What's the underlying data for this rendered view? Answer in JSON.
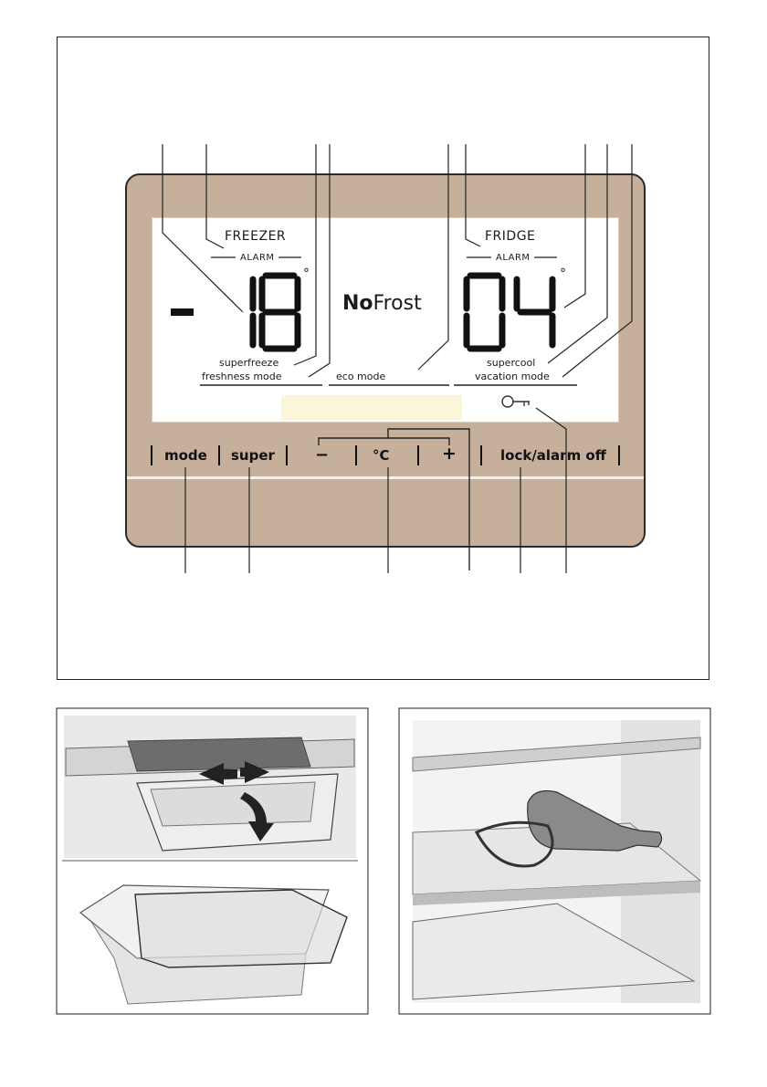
{
  "display": {
    "freezer": {
      "label": "FREEZER",
      "alarm": "ALARM",
      "sign": "-",
      "temperature": "18",
      "degree": "°",
      "modes": [
        "superfreeze",
        "freshness mode"
      ]
    },
    "center": {
      "logo_bold": "No",
      "logo_rest": "Frost",
      "mode": "eco mode"
    },
    "fridge": {
      "label": "FRIDGE",
      "alarm": "ALARM",
      "temperature": "04",
      "degree": "°",
      "modes": [
        "supercool",
        "vacation mode"
      ]
    },
    "lock_icon": "key-icon"
  },
  "buttons": {
    "mode": "mode",
    "super": "super",
    "minus": "−",
    "unit": "°C",
    "plus": "+",
    "lock_alarm_off": "lock/alarm off"
  },
  "colors": {
    "panel": "#c6b09c",
    "highlight": "#fbf6d9",
    "lcd": "#ffffff"
  },
  "illustrations": {
    "bottom_left": "drawer-lid-slide-illustration",
    "bottom_right": "wine-bottle-on-shelf-illustration"
  }
}
